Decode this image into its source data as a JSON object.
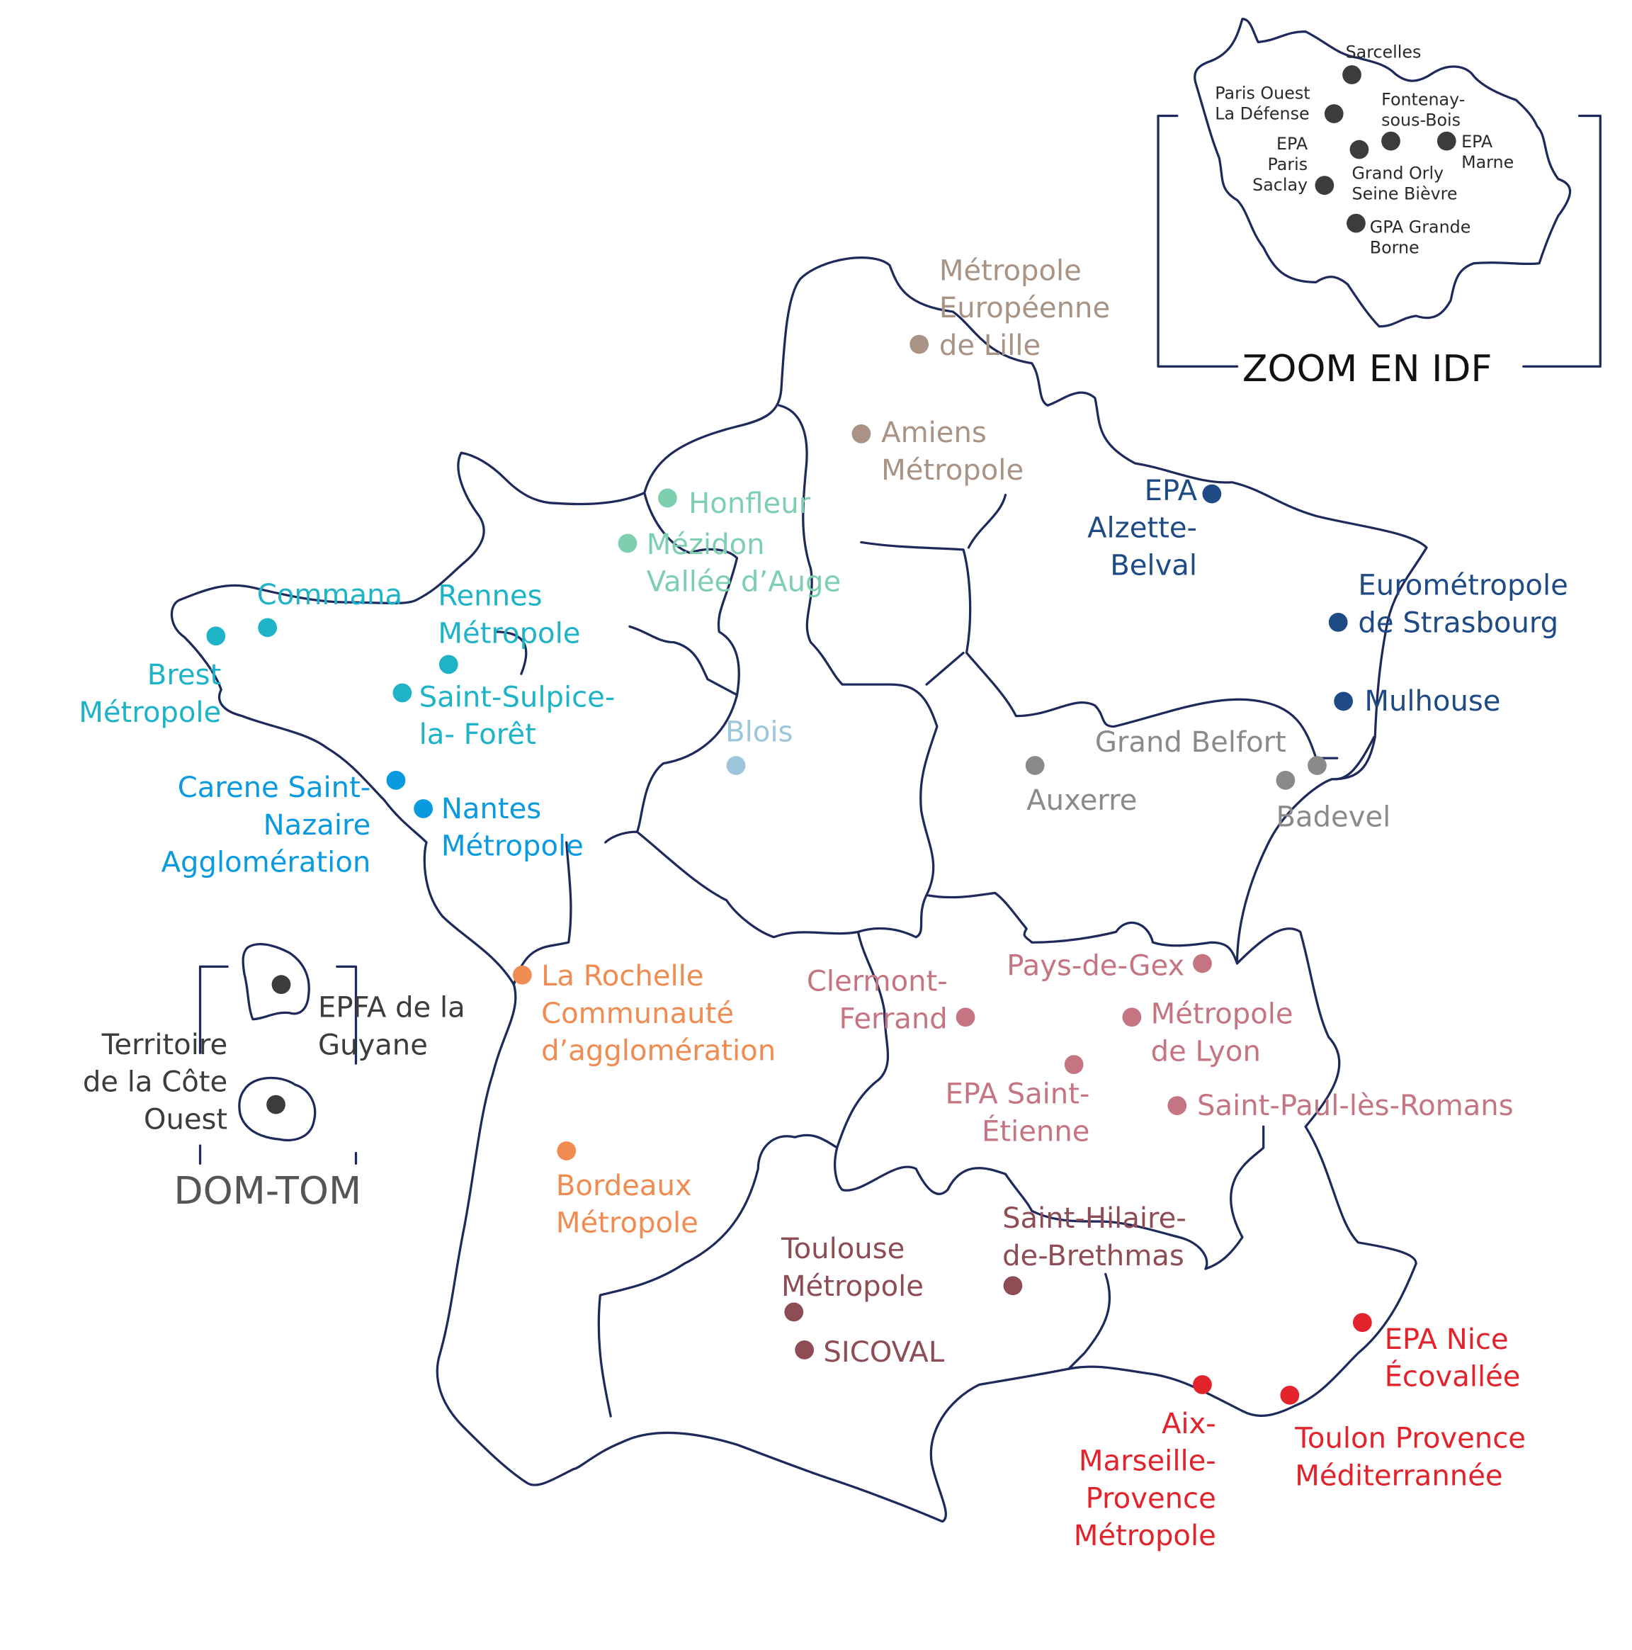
{
  "colors": {
    "outline": "#1f2a5c",
    "hauts_de_france": "#a89384",
    "normandie": "#7ecfb0",
    "bretagne": "#1fb3c8",
    "pays_de_loire": "#0a9ae0",
    "centre": "#9cc6da",
    "grand_est": "#1e4a85",
    "bourgogne": "#8a8a8a",
    "auvergne_rhone_alpes": "#c57482",
    "occitanie": "#8e4c55",
    "paca": "#e3232b",
    "nouvelle_aquitaine": "#f08c52",
    "idf_dom": "#3c3c3c"
  },
  "places": [
    {
      "color": "hauts_de_france",
      "lines": [
        "Métropole",
        "Européenne",
        "de Lille"
      ]
    },
    {
      "color": "hauts_de_france",
      "lines": [
        "Amiens",
        "Métropole"
      ]
    },
    {
      "color": "normandie",
      "lines": [
        "Honfleur"
      ]
    },
    {
      "color": "normandie",
      "lines": [
        "Mézidon",
        "Vallée d’Auge"
      ]
    },
    {
      "color": "bretagne",
      "lines": [
        "Commana"
      ]
    },
    {
      "color": "bretagne",
      "lines": [
        "Brest",
        "Métropole"
      ]
    },
    {
      "color": "bretagne",
      "lines": [
        "Rennes",
        "Métropole"
      ]
    },
    {
      "color": "bretagne",
      "lines": [
        "Saint-Sulpice-",
        "la- Forêt"
      ]
    },
    {
      "color": "pays_de_loire",
      "lines": [
        "Carene Saint-",
        "Nazaire",
        "Agglomération"
      ]
    },
    {
      "color": "pays_de_loire",
      "lines": [
        "Nantes",
        "Métropole"
      ]
    },
    {
      "color": "centre",
      "lines": [
        "Blois"
      ]
    },
    {
      "color": "grand_est",
      "lines": [
        "EPA",
        "Alzette-",
        "Belval"
      ]
    },
    {
      "color": "grand_est",
      "lines": [
        "Eurométropole",
        "de Strasbourg"
      ]
    },
    {
      "color": "grand_est",
      "lines": [
        "Mulhouse"
      ]
    },
    {
      "color": "bourgogne",
      "lines": [
        "Grand Belfort"
      ]
    },
    {
      "color": "bourgogne",
      "lines": [
        "Auxerre"
      ]
    },
    {
      "color": "bourgogne",
      "lines": [
        "Badevel"
      ]
    },
    {
      "color": "auvergne_rhone_alpes",
      "lines": [
        "Pays-de-Gex"
      ]
    },
    {
      "color": "auvergne_rhone_alpes",
      "lines": [
        "Clermont-",
        "Ferrand"
      ]
    },
    {
      "color": "auvergne_rhone_alpes",
      "lines": [
        "Métropole",
        "de Lyon"
      ]
    },
    {
      "color": "auvergne_rhone_alpes",
      "lines": [
        "EPA Saint-",
        "Étienne"
      ]
    },
    {
      "color": "auvergne_rhone_alpes",
      "lines": [
        "Saint-Paul-lès-Romans"
      ]
    },
    {
      "color": "occitanie",
      "lines": [
        "Saint-Hilaire-",
        "de-Brethmas"
      ]
    },
    {
      "color": "occitanie",
      "lines": [
        "Toulouse",
        "Métropole"
      ]
    },
    {
      "color": "occitanie",
      "lines": [
        "SICOVAL"
      ]
    },
    {
      "color": "paca",
      "lines": [
        "EPA Nice",
        "Écovallée"
      ]
    },
    {
      "color": "paca",
      "lines": [
        "Toulon Provence",
        "Méditerrannée"
      ]
    },
    {
      "color": "paca",
      "lines": [
        "Aix-",
        "Marseille-",
        "Provence",
        "Métropole"
      ]
    },
    {
      "color": "nouvelle_aquitaine",
      "lines": [
        "La Rochelle",
        "Communauté",
        "d’agglomération"
      ]
    },
    {
      "color": "nouvelle_aquitaine",
      "lines": [
        "Bordeaux",
        "Métropole"
      ]
    },
    {
      "color": "idf_dom",
      "lines": [
        "EPFA de la",
        "Guyane"
      ]
    },
    {
      "color": "idf_dom",
      "lines": [
        "Territoire",
        "de la Côte",
        "Ouest"
      ]
    }
  ],
  "dom_tom_label": "DOM-TOM",
  "idf": {
    "title": "ZOOM EN IDF",
    "places": [
      {
        "lines": [
          "Sarcelles"
        ]
      },
      {
        "lines": [
          "Paris Ouest",
          "La Défense"
        ]
      },
      {
        "lines": [
          "Fontenay-",
          "sous-Bois"
        ]
      },
      {
        "lines": [
          "EPA",
          "Marne"
        ]
      },
      {
        "lines": [
          "EPA",
          "Paris",
          "Saclay"
        ]
      },
      {
        "lines": [
          "Grand Orly",
          "Seine Bièvre"
        ]
      },
      {
        "lines": [
          "GPA Grande",
          "Borne"
        ]
      }
    ]
  }
}
